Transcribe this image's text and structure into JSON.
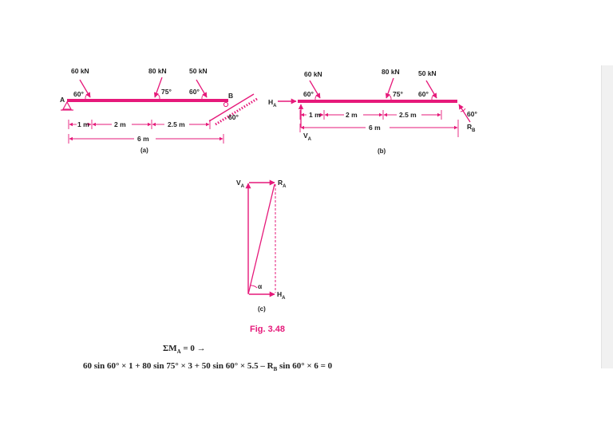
{
  "figure_a": {
    "force_1": "60 kN",
    "force_2": "80 kN",
    "force_3": "50 kN",
    "angle_1": "60°",
    "angle_2": "75°",
    "angle_3": "60°",
    "support_angle": "60°",
    "point_a": "A",
    "point_b": "B",
    "dim_1": "1 m",
    "dim_2": "2 m",
    "dim_3": "2.5 m",
    "dim_total": "6 m",
    "caption": "(a)"
  },
  "figure_b": {
    "force_1": "60 kN",
    "force_2": "80 kN",
    "force_3": "50 kN",
    "angle_1": "60°",
    "angle_2": "75°",
    "angle_3": "60°",
    "support_angle": "60°",
    "ha": "H",
    "ha_sub": "A",
    "va": "V",
    "va_sub": "A",
    "rb": "R",
    "rb_sub": "B",
    "dim_1": "1 m",
    "dim_2": "2 m",
    "dim_3": "2.5 m",
    "dim_total": "6 m",
    "caption": "(b)"
  },
  "figure_c": {
    "va": "V",
    "va_sub": "A",
    "ra": "R",
    "ra_sub": "A",
    "ha": "H",
    "ha_sub": "A",
    "alpha": "α",
    "caption": "(c)"
  },
  "fig_label": "Fig. 3.48",
  "eq1": {
    "sigma": "ΣM",
    "sub": "A",
    "rest": " = 0   →"
  },
  "eq2": {
    "left": "60 sin 60° × 1 + 80 sin 75° × 3 + 50 sin 60° × 5.5 – R",
    "sub": "B",
    "right": " sin 60° × 6 = 0"
  },
  "colors": {
    "accent": "#e6197a",
    "text": "#222222"
  }
}
